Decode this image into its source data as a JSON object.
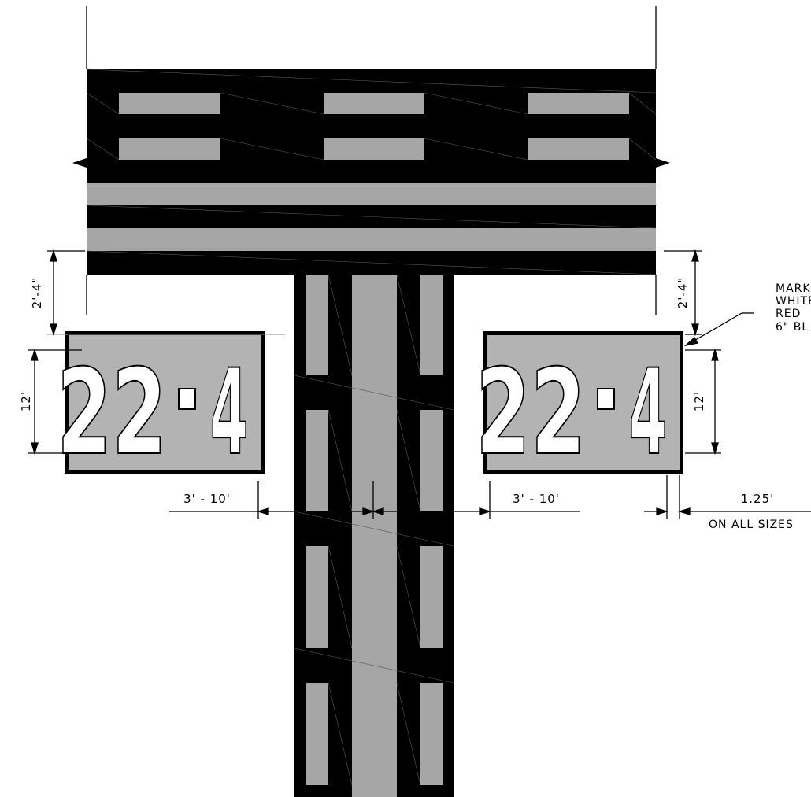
{
  "colors": {
    "pavement": "#000000",
    "stripe": "#a6a6a6",
    "sign_panel": "#b3b3b3",
    "numeral": "#ffffff",
    "line": "#000000"
  },
  "sign_left": {
    "number": "22",
    "separator": "·",
    "suffix": "4"
  },
  "sign_right": {
    "number": "22",
    "separator": "·",
    "suffix": "4"
  },
  "dimensions": {
    "offset_left": "2'-4\"",
    "offset_right": "2'-4\"",
    "height_left": "12'",
    "height_right": "12'",
    "gap_left": "3' - 10'",
    "gap_right": "3' - 10'",
    "border": "1.25'",
    "border_note": "ON ALL SIZES"
  },
  "callout": {
    "lines": [
      "MARK",
      "WHITE",
      "RED",
      "6\" BL"
    ]
  }
}
